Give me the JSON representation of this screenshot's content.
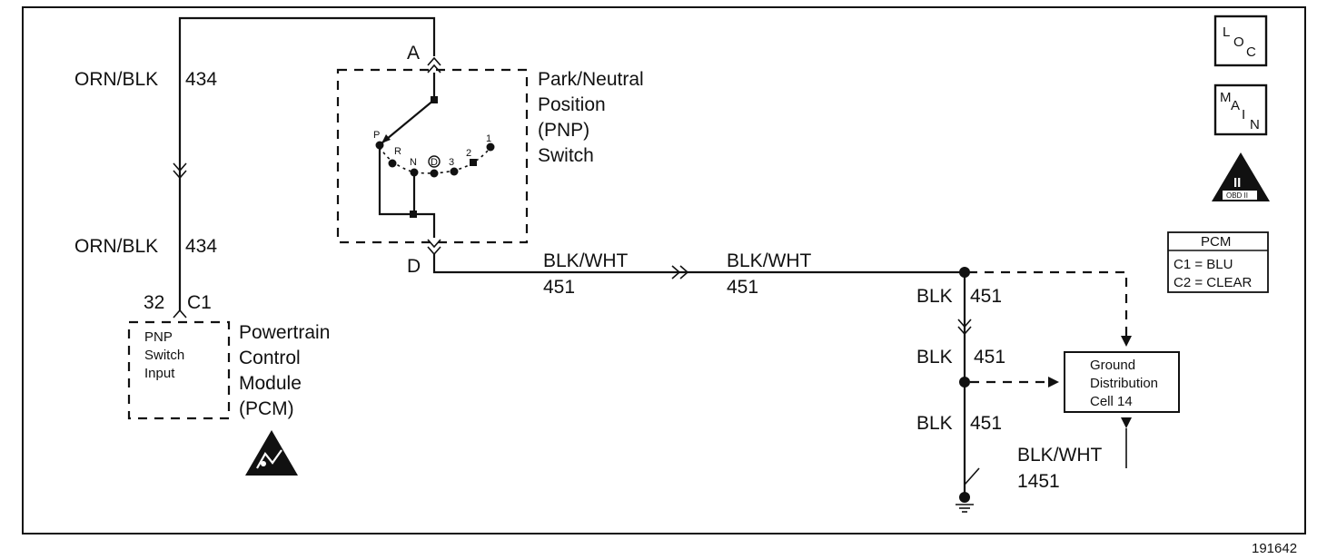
{
  "wires": {
    "top_left_upper": {
      "color": "ORN/BLK",
      "circuit": "434"
    },
    "top_left_lower": {
      "color": "ORN/BLK",
      "circuit": "434"
    },
    "middle_left": {
      "color": "BLK/WHT",
      "circuit": "451"
    },
    "middle_right": {
      "color": "BLK/WHT",
      "circuit": "451"
    },
    "ground_upper": {
      "color": "BLK",
      "circuit": "451"
    },
    "ground_middle": {
      "color": "BLK",
      "circuit": "451"
    },
    "ground_lower": {
      "color": "BLK",
      "circuit": "451"
    },
    "ground_lead": {
      "color": "BLK/WHT",
      "circuit": "1451"
    }
  },
  "pnp_switch": {
    "terminal_top": "A",
    "terminal_bottom": "D",
    "title_lines": [
      "Park/Neutral",
      "Position",
      "(PNP)",
      "Switch"
    ],
    "positions": [
      "P",
      "R",
      "N",
      "D",
      "3",
      "2",
      "1"
    ]
  },
  "pcm": {
    "pin": "32",
    "connector": "C1",
    "input_lines": [
      "PNP",
      "Switch",
      "Input"
    ],
    "title_lines": [
      "Powertrain",
      "Control",
      "Module",
      "(PCM)"
    ]
  },
  "ground_distribution": {
    "lines": [
      "Ground",
      "Distribution",
      "Cell 14"
    ]
  },
  "legend": {
    "loc_letters": [
      "L",
      "O",
      "C"
    ],
    "main_letters": [
      "M",
      "A",
      "I",
      "N"
    ],
    "obd_numeral": "II",
    "obd_label": "OBD II",
    "pcm_table": {
      "header": "PCM",
      "rows": [
        "C1 = BLU",
        "C2 = CLEAR"
      ]
    }
  },
  "figure_number": "191642"
}
